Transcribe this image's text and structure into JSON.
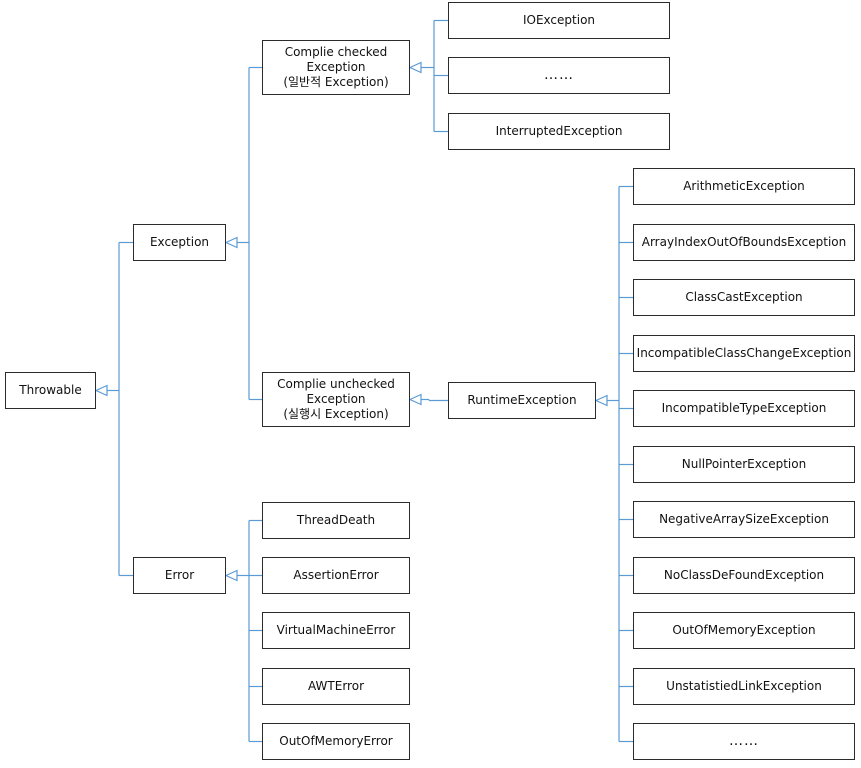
{
  "colors": {
    "connector": "#5b9bd5",
    "box_border": "#2b2b2b",
    "text": "#111111"
  },
  "nodes": {
    "throwable": "Throwable",
    "exception": "Exception",
    "error": "Error",
    "checked": "Complie checked\nException\n(일반적 Exception)",
    "unchecked": "Complie unchecked\nException\n(실행시 Exception)",
    "runtime": "RuntimeException",
    "checked_children": [
      "IOException",
      "……",
      "InterruptedException"
    ],
    "runtime_children": [
      "ArithmeticException",
      "ArrayIndexOutOfBoundsException",
      "ClassCastException",
      "IncompatibleClassChangeException",
      "IncompatibleTypeException",
      "NullPointerException",
      "NegativeArraySizeException",
      "NoClassDeFoundException",
      "OutOfMemoryException",
      "UnstatistiedLinkException",
      "……"
    ],
    "error_children": [
      "ThreadDeath",
      "AssertionError",
      "VirtualMachineError",
      "AWTError",
      "OutOfMemoryError"
    ]
  }
}
